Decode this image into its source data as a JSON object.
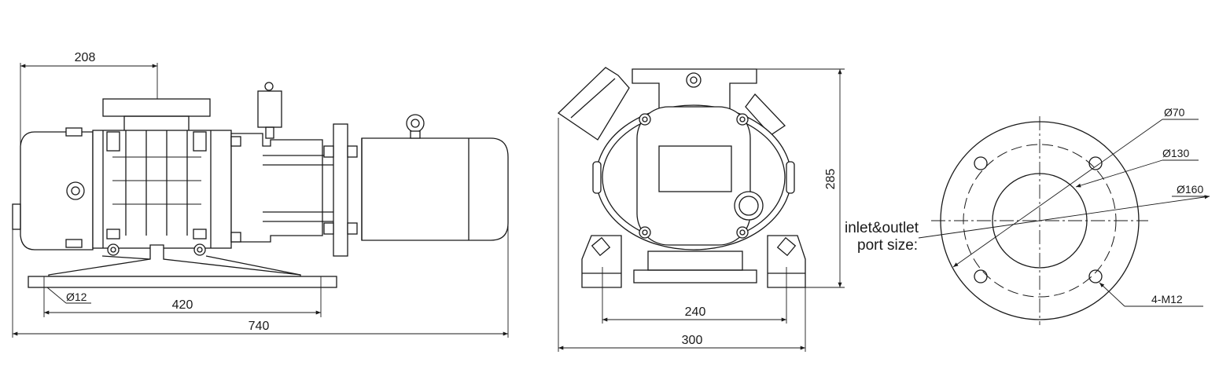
{
  "side_view": {
    "dim_flange_offset": "208",
    "dim_foot_hole": "Ø12",
    "dim_foot_spacing": "420",
    "dim_total_length": "740"
  },
  "front_view": {
    "dim_height": "285",
    "dim_foot_spacing": "240",
    "dim_total_width": "300"
  },
  "flange_view": {
    "label_line1": "inlet&outlet",
    "label_line2": "port size:",
    "dim_inner": "Ø70",
    "dim_bolt_circle": "Ø130",
    "dim_outer": "Ø160",
    "dim_bolts": "4-M12"
  },
  "colors": {
    "line": "#1a1a1a",
    "background": "#ffffff"
  }
}
